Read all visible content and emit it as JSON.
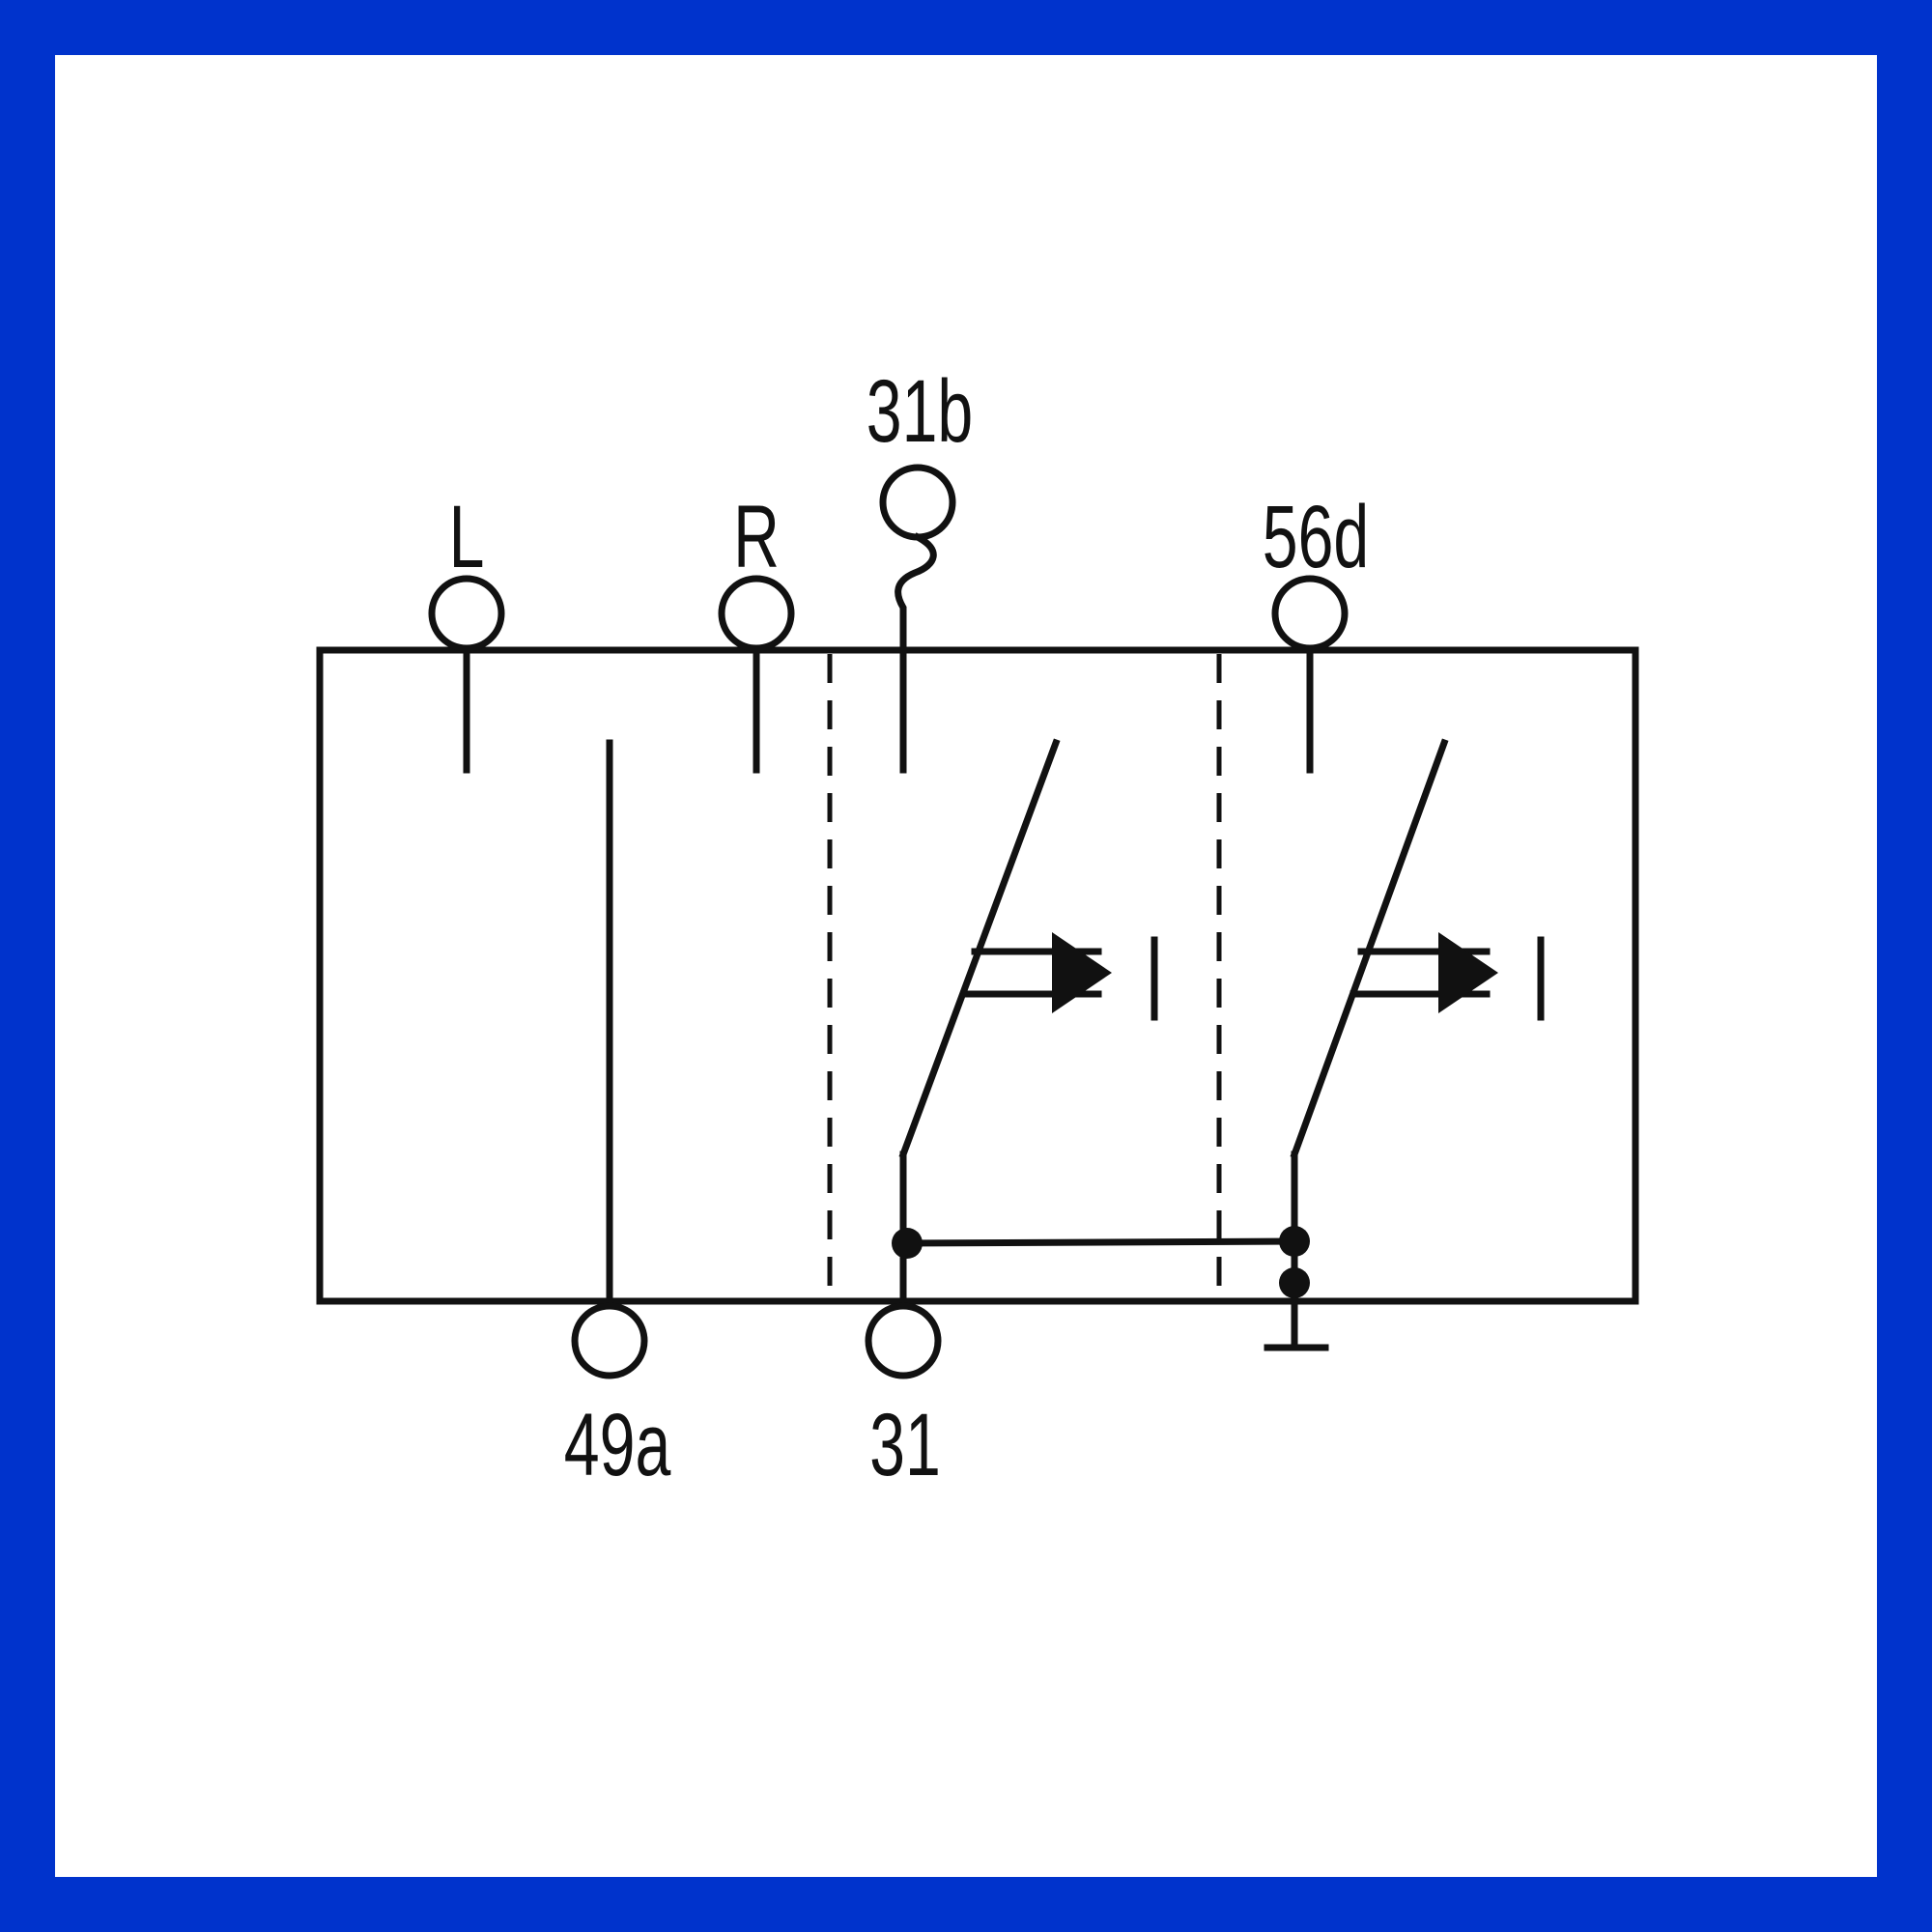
{
  "diagram": {
    "terminals": {
      "L": "L",
      "R": "R",
      "t31b": "31b",
      "t56d": "56d",
      "t49a": "49a",
      "t31": "31"
    },
    "colors": {
      "border": "#0033cc",
      "background": "#ffffff",
      "ink": "#111111"
    }
  }
}
